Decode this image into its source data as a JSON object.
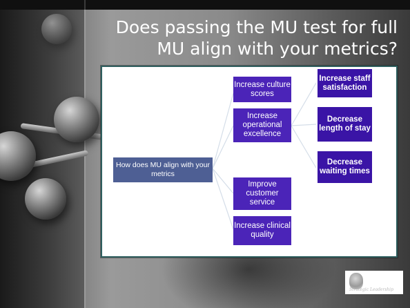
{
  "slide": {
    "title": "Does passing the MU test for full MU align with your metrics?"
  },
  "diagram": {
    "root": "How does MU align with your metrics",
    "goals": [
      "Increase culture scores",
      "Increase operational excellence",
      "Improve customer service",
      "Increase clinical quality"
    ],
    "outcomes": [
      "Increase staff satisfaction",
      "Decrease length of stay",
      "Decrease waiting times"
    ]
  },
  "colors": {
    "root_box": "#4e5f94",
    "goal_box": "#4b24b8",
    "outcome_box": "#3a14a6",
    "diagram_border": "#2f5f5f",
    "connector": "#d4dde8"
  },
  "logo": {
    "icon": "bust-portrait-icon"
  }
}
